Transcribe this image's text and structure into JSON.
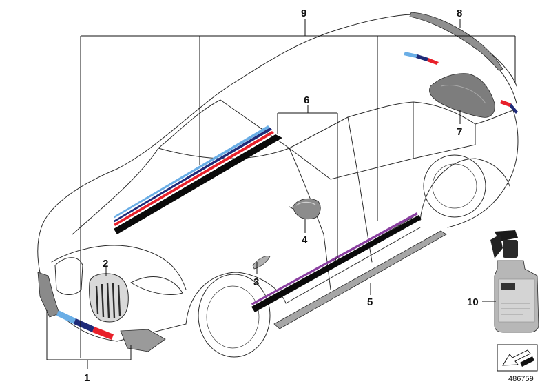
{
  "diagram": {
    "callouts": [
      {
        "id": "part-1",
        "label": "1"
      },
      {
        "id": "part-2",
        "label": "2"
      },
      {
        "id": "part-3",
        "label": "3"
      },
      {
        "id": "part-4",
        "label": "4"
      },
      {
        "id": "part-5",
        "label": "5"
      },
      {
        "id": "part-6",
        "label": "6"
      },
      {
        "id": "part-7",
        "label": "7"
      },
      {
        "id": "part-8",
        "label": "8"
      },
      {
        "id": "part-9",
        "label": "9"
      },
      {
        "id": "part-10",
        "label": "10"
      }
    ],
    "reference_number": "486759",
    "colors": {
      "stripe_light_blue": "#6aaee6",
      "stripe_dark_blue": "#1e2a78",
      "stripe_red": "#e8202a",
      "decal_black": "#0a0a0a",
      "part_grey": "#9a9a9a"
    }
  }
}
